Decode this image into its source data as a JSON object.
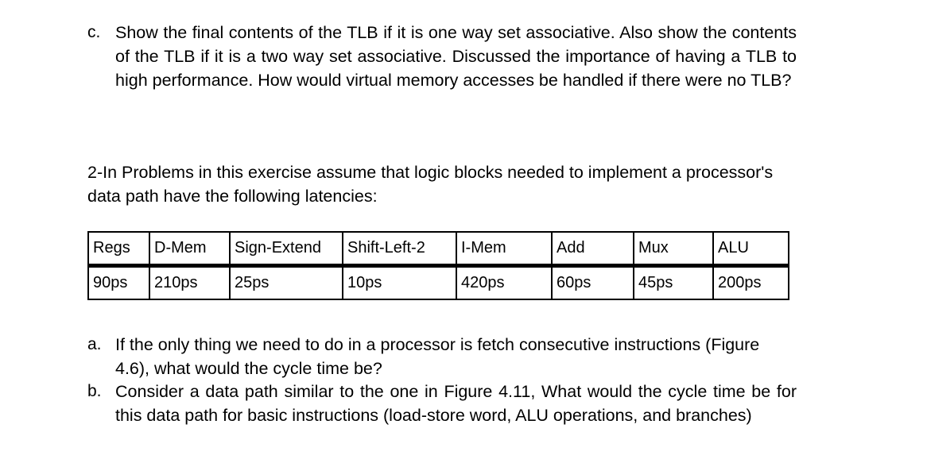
{
  "document": {
    "background_color": "#ffffff",
    "text_color": "#000000"
  },
  "question_c": {
    "marker": "c.",
    "text": "Show the final contents of the TLB if it is one way set associative. Also show the contents of the TLB if it is a two way set associative. Discussed the importance of having a TLB to high performance. How would virtual memory accesses be handled if there were no TLB?"
  },
  "intro": {
    "text": "2-In Problems in this exercise assume that logic blocks needed to implement a processor's data path have the following latencies:"
  },
  "table": {
    "headers": [
      "Regs",
      "D-Mem",
      "Sign-Extend",
      "Shift-Left-2",
      "I-Mem",
      "Add",
      "Mux",
      "ALU"
    ],
    "values": [
      "90ps",
      "210ps",
      "25ps",
      "10ps",
      "420ps",
      "60ps",
      "45ps",
      "200ps"
    ],
    "border_color": "#000000"
  },
  "question_a": {
    "marker": "a.",
    "text": "If the only thing we need to do in a processor is fetch consecutive instructions (Figure 4.6), what would the cycle time be?"
  },
  "question_b": {
    "marker": "b.",
    "text": "Consider a data path similar to the one in Figure 4.11, What would the cycle time be for this data path for basic instructions (load-store word, ALU operations, and branches)"
  }
}
